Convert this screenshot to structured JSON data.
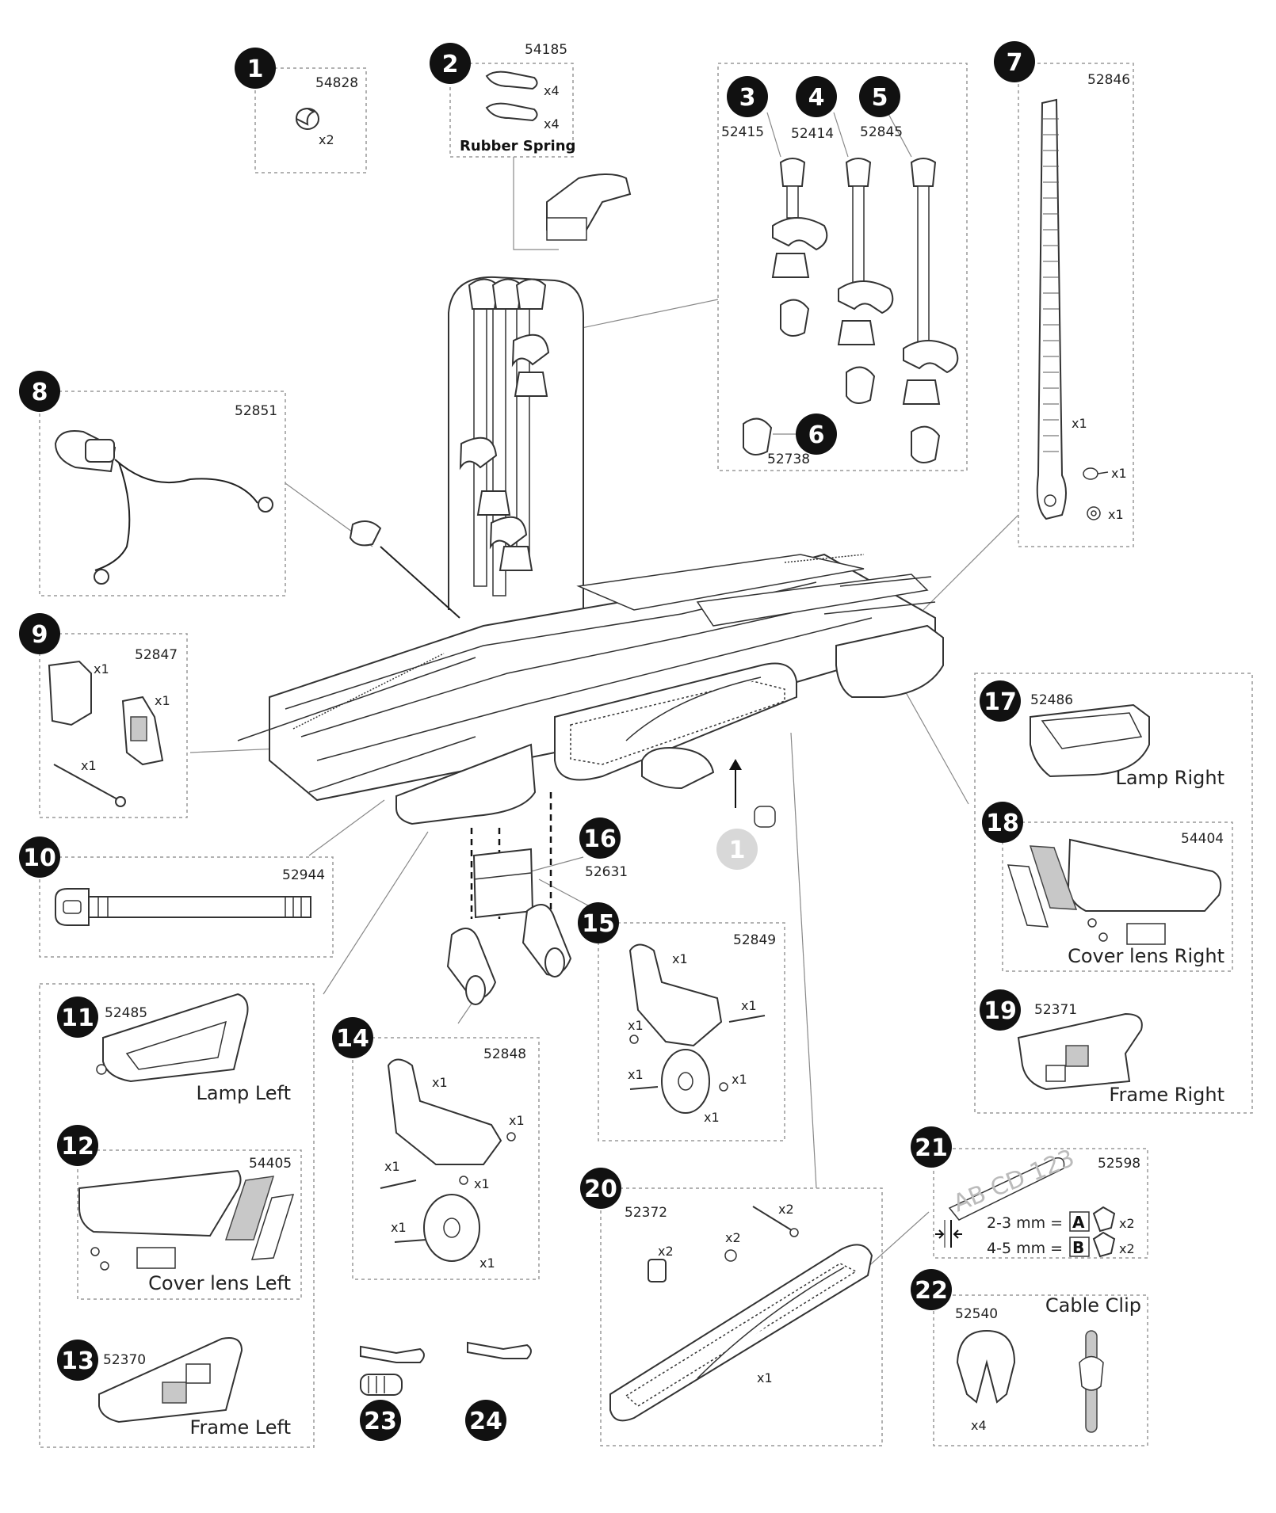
{
  "parts": {
    "p1": {
      "num": "1",
      "code": "54828",
      "qty": "x2"
    },
    "p2": {
      "num": "2",
      "code": "54185",
      "qty_a": "x4",
      "qty_b": "x4",
      "label": "Rubber Spring"
    },
    "p3": {
      "num": "3",
      "code": "52415"
    },
    "p4": {
      "num": "4",
      "code": "52414"
    },
    "p5": {
      "num": "5",
      "code": "52845"
    },
    "p6": {
      "num": "6",
      "code": "52738"
    },
    "p7": {
      "num": "7",
      "code": "52846",
      "qty_a": "x1",
      "qty_b": "x1",
      "qty_c": "x1"
    },
    "p8": {
      "num": "8",
      "code": "52851"
    },
    "p9": {
      "num": "9",
      "code": "52847",
      "qty_a": "x1",
      "qty_b": "x1",
      "qty_c": "x1"
    },
    "p10": {
      "num": "10",
      "code": "52944"
    },
    "p11": {
      "num": "11",
      "code": "52485",
      "label": "Lamp Left"
    },
    "p12": {
      "num": "12",
      "code": "54405",
      "label": "Cover lens Left"
    },
    "p13": {
      "num": "13",
      "code": "52370",
      "label": "Frame Left"
    },
    "p14": {
      "num": "14",
      "code": "52848",
      "qty_a": "x1",
      "qty_b": "x1",
      "qty_c": "x1",
      "qty_d": "x1",
      "qty_e": "x1",
      "qty_f": "x1"
    },
    "p15": {
      "num": "15",
      "code": "52849",
      "qty_a": "x1",
      "qty_b": "x1",
      "qty_c": "x1",
      "qty_d": "x1",
      "qty_e": "x1",
      "qty_f": "x1"
    },
    "p16": {
      "num": "16",
      "code": "52631"
    },
    "p17": {
      "num": "17",
      "code": "52486",
      "label": "Lamp Right"
    },
    "p18": {
      "num": "18",
      "code": "54404",
      "label": "Cover lens Right"
    },
    "p19": {
      "num": "19",
      "code": "52371",
      "label": "Frame Right"
    },
    "p20": {
      "num": "20",
      "code": "52372",
      "qty_a": "x2",
      "qty_b": "x2",
      "qty_c": "x2",
      "qty_d": "x1"
    },
    "p21": {
      "num": "21",
      "code": "52598",
      "plate": "AB CD 123",
      "row_a": "2-3 mm =",
      "key_a": "A",
      "qty_a": "x2",
      "row_b": "4-5 mm =",
      "key_b": "B",
      "qty_b": "x2"
    },
    "p22": {
      "num": "22",
      "code": "52540",
      "label": "Cable Clip",
      "qty": "x4"
    },
    "p23": {
      "num": "23"
    },
    "p24": {
      "num": "24"
    },
    "p1ghost": {
      "num": "1"
    }
  }
}
